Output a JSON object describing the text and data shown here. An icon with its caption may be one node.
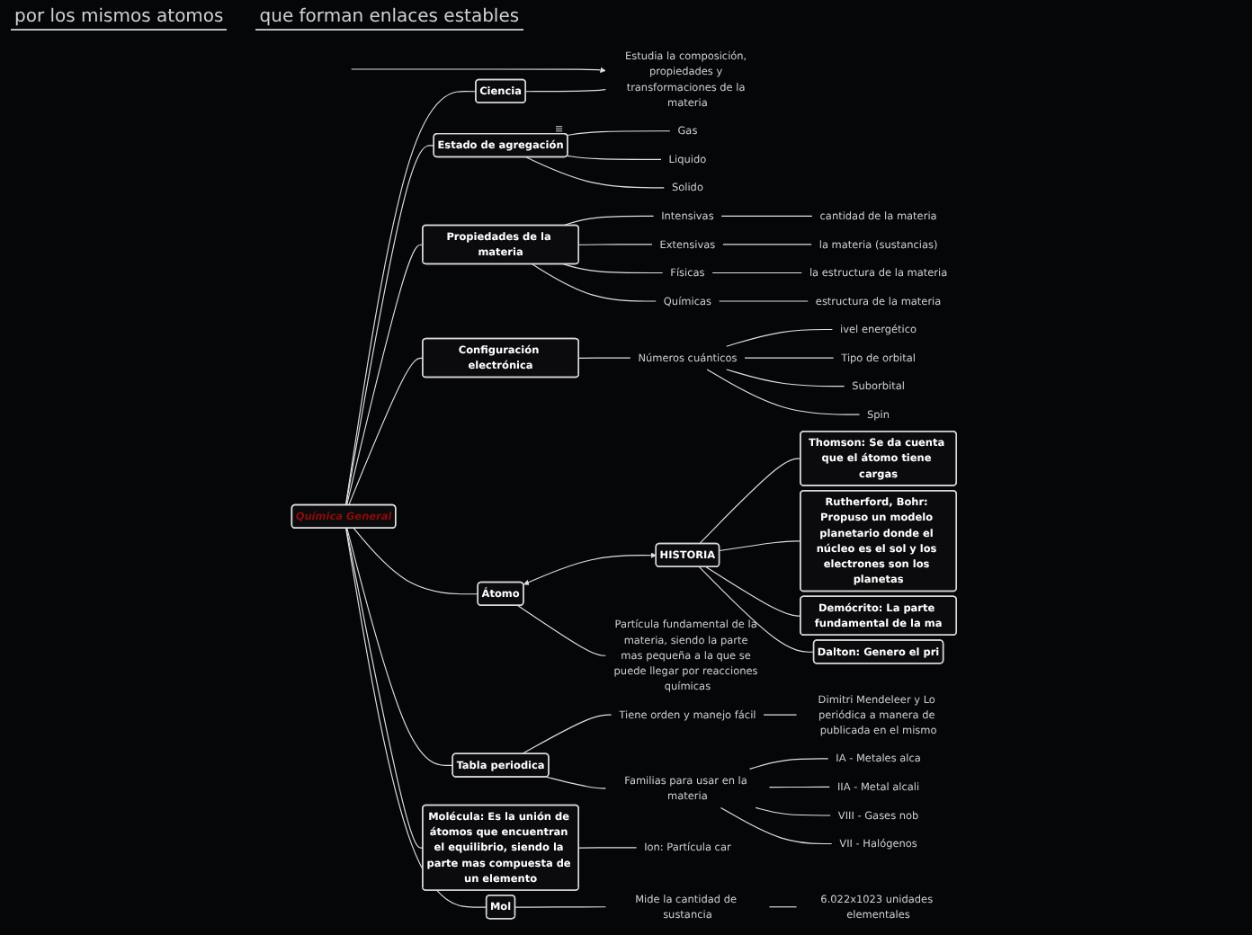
{
  "diagram": {
    "nodes": [
      {
        "text": [
          "Química General"
        ]
      },
      {
        "text": [
          "Ciencia"
        ]
      },
      {
        "text": [
          "Estudia la composición, propiedades y transformaciones de la materia"
        ]
      },
      {
        "text": [
          "Estado de agregación"
        ]
      },
      {
        "text": [
          "Gas"
        ]
      },
      {
        "text": [
          "Liquido"
        ]
      },
      {
        "text": [
          "Solido"
        ]
      },
      {
        "text": [
          "Propiedades de la materia"
        ]
      },
      {
        "text": [
          "Intensivas"
        ]
      },
      {
        "text": [
          "cantidad de la materia"
        ]
      },
      {
        "text": [
          "Extensivas"
        ]
      },
      {
        "text": [
          "la materia (sustancias)"
        ]
      },
      {
        "text": [
          "Físicas"
        ]
      },
      {
        "text": [
          "la estructura de la materia"
        ]
      },
      {
        "text": [
          "Químicas"
        ]
      },
      {
        "text": [
          "estructura de la materia"
        ]
      },
      {
        "text": [
          "Configuración electrónica"
        ]
      },
      {
        "text": [
          "Números cuánticos"
        ]
      },
      {
        "text": [
          "ivel energético"
        ]
      },
      {
        "text": [
          "Tipo de orbital"
        ]
      },
      {
        "text": [
          "Suborbital"
        ]
      },
      {
        "text": [
          "Spin"
        ]
      },
      {
        "text": [
          "HISTORIA"
        ]
      },
      {
        "text": [
          "Thomson: Se da cuenta que el átomo tiene cargas"
        ]
      },
      {
        "text": [
          "Rutherford, Bohr: Propuso un modelo planetario donde el núcleo es el sol y los electrones son los planetas"
        ]
      },
      {
        "text": [
          "Demócrito: La parte fundamental de la ma"
        ]
      },
      {
        "text": [
          "Dalton: Genero el pri"
        ]
      },
      {
        "text": [
          "Átomo"
        ]
      },
      {
        "text": [
          "Partícula fundamental de la materia, siendo la parte mas pequeña a la que se puede llegar por reacciones químicas"
        ]
      },
      {
        "text": [
          "Tabla periodica"
        ]
      },
      {
        "text": [
          "Tiene orden y manejo fácil"
        ]
      },
      {
        "text": [
          "Dimitri Mendeleer y Lo periódica a manera de publicada en el mismo"
        ]
      },
      {
        "text": [
          "Familias para usar en la materia"
        ]
      },
      {
        "text": [
          "IA - Metales alca"
        ]
      },
      {
        "text": [
          "IIA - Metal alcali"
        ]
      },
      {
        "text": [
          "VIII - Gases nob"
        ]
      },
      {
        "text": [
          "VII - Halógenos"
        ]
      },
      {
        "text": [
          "Molécula: Es la unión de átomos que encuentran el equilibrio, siendo la parte mas compuesta de un elemento"
        ]
      },
      {
        "text": [
          "Ion: Partícula car"
        ]
      },
      {
        "text": [
          "Mol"
        ]
      },
      {
        "text": [
          "Mide la cantidad de sustancia"
        ]
      },
      {
        "text": [
          "6.022x1023 unidades elementales"
        ]
      }
    ],
    "edges": [
      {
        "from": 0,
        "to": 1,
        "arrow": "none"
      },
      {
        "from": 1,
        "to": 2,
        "arrow": "none"
      },
      {
        "from": null,
        "to": 2,
        "arrow": "to"
      },
      {
        "from": 0,
        "to": 3,
        "arrow": "none"
      },
      {
        "from": 3,
        "to": 4,
        "arrow": "none"
      },
      {
        "from": 3,
        "to": 5,
        "arrow": "none"
      },
      {
        "from": 3,
        "to": 6,
        "arrow": "none"
      },
      {
        "from": 0,
        "to": 7,
        "arrow": "none"
      },
      {
        "from": 7,
        "to": 8,
        "arrow": "none"
      },
      {
        "from": 8,
        "to": 9,
        "arrow": "none"
      },
      {
        "from": 7,
        "to": 10,
        "arrow": "none"
      },
      {
        "from": 10,
        "to": 11,
        "arrow": "none"
      },
      {
        "from": 7,
        "to": 12,
        "arrow": "none"
      },
      {
        "from": 12,
        "to": 13,
        "arrow": "none"
      },
      {
        "from": 7,
        "to": 14,
        "arrow": "none"
      },
      {
        "from": 14,
        "to": 15,
        "arrow": "none"
      },
      {
        "from": 0,
        "to": 16,
        "arrow": "none"
      },
      {
        "from": 16,
        "to": 17,
        "arrow": "none"
      },
      {
        "from": 17,
        "to": 18,
        "arrow": "none"
      },
      {
        "from": 17,
        "to": 19,
        "arrow": "none"
      },
      {
        "from": 17,
        "to": 20,
        "arrow": "none"
      },
      {
        "from": 17,
        "to": 21,
        "arrow": "none"
      },
      {
        "from": 22,
        "to": 23,
        "arrow": "none"
      },
      {
        "from": 22,
        "to": 24,
        "arrow": "none"
      },
      {
        "from": 22,
        "to": 25,
        "arrow": "none"
      },
      {
        "from": 22,
        "to": 26,
        "arrow": "none"
      },
      {
        "from": 27,
        "to": 22,
        "arrow": "both"
      },
      {
        "from": 0,
        "to": 27,
        "arrow": "none"
      },
      {
        "from": 27,
        "to": 28,
        "arrow": "none"
      },
      {
        "from": 0,
        "to": 29,
        "arrow": "none"
      },
      {
        "from": 29,
        "to": 30,
        "arrow": "none"
      },
      {
        "from": 30,
        "to": 31,
        "arrow": "none"
      },
      {
        "from": 29,
        "to": 32,
        "arrow": "none"
      },
      {
        "from": 32,
        "to": 33,
        "arrow": "none"
      },
      {
        "from": 32,
        "to": 34,
        "arrow": "none"
      },
      {
        "from": 32,
        "to": 35,
        "arrow": "none"
      },
      {
        "from": 32,
        "to": 36,
        "arrow": "none"
      },
      {
        "from": 0,
        "to": 37,
        "arrow": "none"
      },
      {
        "from": 37,
        "to": 38,
        "arrow": "none"
      },
      {
        "from": 0,
        "to": 39,
        "arrow": "none"
      },
      {
        "from": 39,
        "to": 40,
        "arrow": "none"
      },
      {
        "from": 40,
        "to": 41,
        "arrow": "none"
      }
    ],
    "labels": [
      "por los mismos atomos",
      "que forman enlaces estables"
    ]
  }
}
